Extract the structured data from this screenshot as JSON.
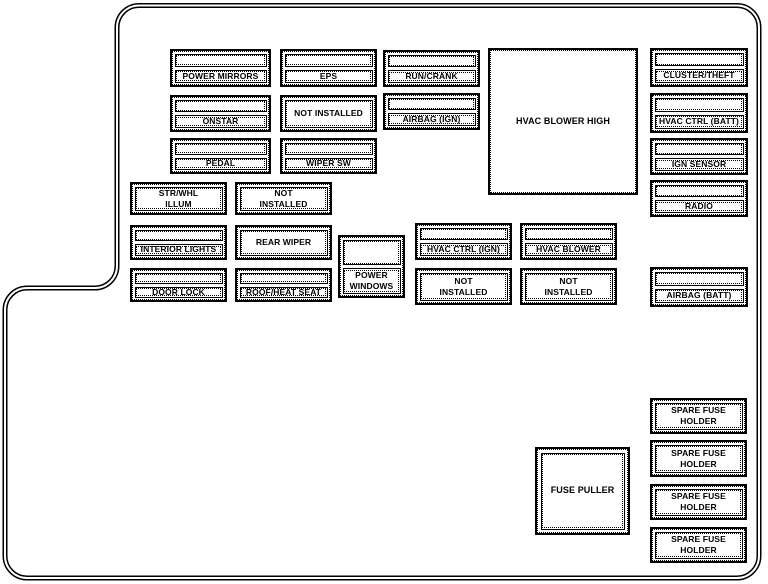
{
  "diagram": {
    "kind": "fuse-box-diagram",
    "background_color": "#ffffff",
    "line_color": "#000000"
  },
  "fuses": [
    {
      "name": "power-mirrors",
      "label": "POWER MIRRORS"
    },
    {
      "name": "eps",
      "label": "EPS"
    },
    {
      "name": "run-crank",
      "label": "RUN/CRANK"
    },
    {
      "name": "hvac-blower-high",
      "label": "HVAC BLOWER HIGH"
    },
    {
      "name": "cluster-theft",
      "label": "CLUSTER/THEFT"
    },
    {
      "name": "onstar",
      "label": "ONSTAR"
    },
    {
      "name": "not-installed-1",
      "label": "NOT INSTALLED"
    },
    {
      "name": "airbag-ign",
      "label": "AIRBAG (IGN)"
    },
    {
      "name": "hvac-ctrl-batt",
      "label": "HVAC CTRL (BATT)"
    },
    {
      "name": "pedal",
      "label": "PEDAL"
    },
    {
      "name": "wiper-sw",
      "label": "WIPER SW"
    },
    {
      "name": "ign-sensor",
      "label": "IGN SENSOR"
    },
    {
      "name": "radio",
      "label": "RADIO"
    },
    {
      "name": "str-whl-illum",
      "label": "STR/WHL\nILLUM"
    },
    {
      "name": "not-installed-2",
      "label": "NOT\nINSTALLED"
    },
    {
      "name": "interior-lights",
      "label": "INTERIOR LIGHTS"
    },
    {
      "name": "rear-wiper",
      "label": "REAR WIPER"
    },
    {
      "name": "power-windows",
      "label": "POWER\nWINDOWS"
    },
    {
      "name": "hvac-ctrl-ign",
      "label": "HVAC CTRL (IGN)"
    },
    {
      "name": "hvac-blower",
      "label": "HVAC BLOWER"
    },
    {
      "name": "door-lock",
      "label": "DOOR LOCK"
    },
    {
      "name": "roof-heat-seat",
      "label": "ROOF/HEAT SEAT"
    },
    {
      "name": "not-installed-3",
      "label": "NOT\nINSTALLED"
    },
    {
      "name": "not-installed-4",
      "label": "NOT\nINSTALLED"
    },
    {
      "name": "airbag-batt",
      "label": "AIRBAG (BATT)"
    },
    {
      "name": "fuse-puller",
      "label": "FUSE PULLER"
    },
    {
      "name": "spare-fuse-1",
      "label": "SPARE FUSE\nHOLDER"
    },
    {
      "name": "spare-fuse-2",
      "label": "SPARE FUSE\nHOLDER"
    },
    {
      "name": "spare-fuse-3",
      "label": "SPARE FUSE\nHOLDER"
    },
    {
      "name": "spare-fuse-4",
      "label": "SPARE FUSE\nHOLDER"
    }
  ]
}
